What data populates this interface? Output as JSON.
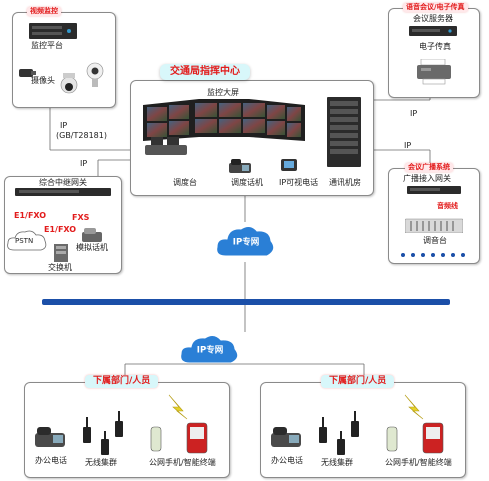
{
  "video": {
    "title": "视频监控",
    "platform": "监控平台",
    "camera": "摄像头"
  },
  "conf_top": {
    "title": "语音会议/电子传真",
    "server": "会议服务器",
    "fax": "电子传真"
  },
  "center": {
    "title": "交通局指挥中心",
    "screen": "监控大屏",
    "console": "调度台",
    "phone": "调度话机",
    "ip_video": "IP可视电话",
    "machine_room": "通讯机房"
  },
  "links": {
    "ip_gb": "IP",
    "gb": "(GB/T28181)",
    "ip_left": "IP",
    "ip_right_top": "IP",
    "ip_right_mid": "IP"
  },
  "gateway": {
    "title": "综合中继网关",
    "e1fxo_1": "E1/FXO",
    "e1fxo_2": "E1/FXO",
    "fxs": "FXS",
    "pstn": "PSTN",
    "exchange": "交换机",
    "analog": "模拟话机"
  },
  "broadcast": {
    "title": "会议广播系统",
    "gateway": "广播接入网关",
    "speaker_line": "音频线",
    "mixer": "调音台"
  },
  "clouds": {
    "upper": "IP专网",
    "lower": "IP专网"
  },
  "branches": [
    {
      "title": "下属部门/人员",
      "office_phone": "办公电话",
      "trunk": "无线集群",
      "mobile": "公网手机/智能终端"
    },
    {
      "title": "下属部门/人员",
      "office_phone": "办公电话",
      "trunk": "无线集群",
      "mobile": "公网手机/智能终端"
    }
  ],
  "colors": {
    "accent_red": "#e21b1b",
    "cloud_blue": "#2a7fd6",
    "bus_blue": "#1b4fa8",
    "tag_pink": "#ffe8ea"
  }
}
